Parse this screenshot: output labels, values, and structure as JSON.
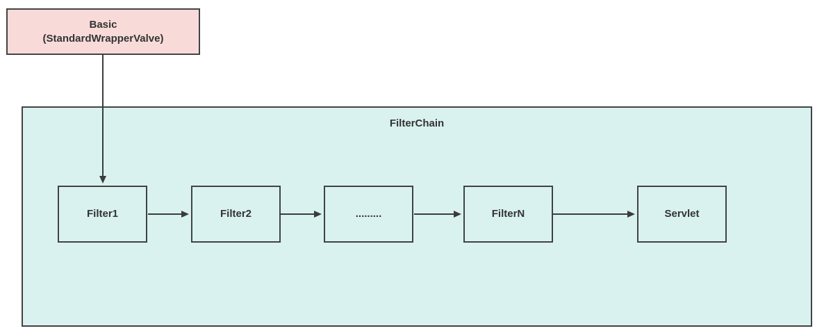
{
  "basic_box": {
    "line1": "Basic",
    "line2": "(StandardWrapperValve)"
  },
  "filter_chain": {
    "title": "FilterChain",
    "nodes": [
      "Filter1",
      "Filter2",
      ".........",
      "FilterN",
      "Servlet"
    ]
  },
  "colors": {
    "basic_fill": "#f8dbd9",
    "chain_fill": "#d9f2f0",
    "border": "#424242",
    "arrow": "#3b3b3b",
    "text": "#333333",
    "background": "#ffffff"
  }
}
